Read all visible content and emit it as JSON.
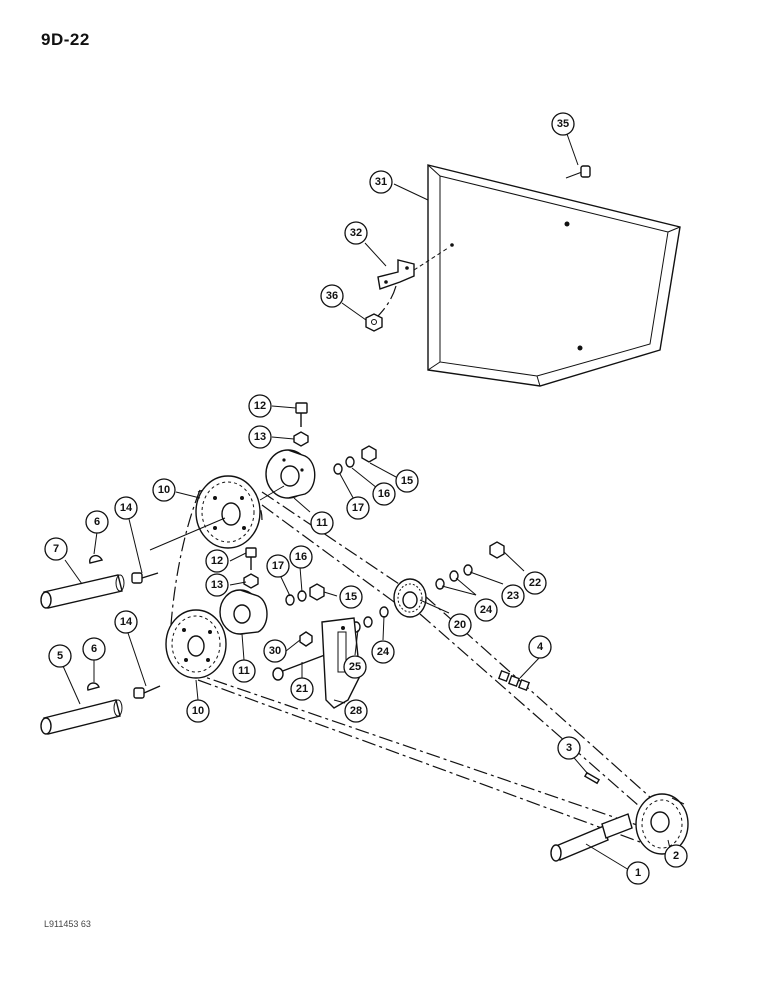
{
  "page": {
    "title": "9D-22",
    "figure_code": "L911453 63"
  },
  "callouts": [
    {
      "id": "c35",
      "label": "35"
    },
    {
      "id": "c31",
      "label": "31"
    },
    {
      "id": "c32",
      "label": "32"
    },
    {
      "id": "c36",
      "label": "36"
    },
    {
      "id": "c12a",
      "label": "12"
    },
    {
      "id": "c13a",
      "label": "13"
    },
    {
      "id": "c15a",
      "label": "15"
    },
    {
      "id": "c16a",
      "label": "16"
    },
    {
      "id": "c17a",
      "label": "17"
    },
    {
      "id": "c10a",
      "label": "10"
    },
    {
      "id": "c11a",
      "label": "11"
    },
    {
      "id": "c14a",
      "label": "14"
    },
    {
      "id": "c6a",
      "label": "6"
    },
    {
      "id": "c7",
      "label": "7"
    },
    {
      "id": "c12b",
      "label": "12"
    },
    {
      "id": "c13b",
      "label": "13"
    },
    {
      "id": "c17b",
      "label": "17"
    },
    {
      "id": "c16b",
      "label": "16"
    },
    {
      "id": "c15b",
      "label": "15"
    },
    {
      "id": "c22",
      "label": "22"
    },
    {
      "id": "c23",
      "label": "23"
    },
    {
      "id": "c24a",
      "label": "24"
    },
    {
      "id": "c20",
      "label": "20"
    },
    {
      "id": "c24b",
      "label": "24"
    },
    {
      "id": "c25",
      "label": "25"
    },
    {
      "id": "c4",
      "label": "4"
    },
    {
      "id": "c14b",
      "label": "14"
    },
    {
      "id": "c5",
      "label": "5"
    },
    {
      "id": "c6b",
      "label": "6"
    },
    {
      "id": "c30",
      "label": "30"
    },
    {
      "id": "c11b",
      "label": "11"
    },
    {
      "id": "c21",
      "label": "21"
    },
    {
      "id": "c28",
      "label": "28"
    },
    {
      "id": "c10b",
      "label": "10"
    },
    {
      "id": "c3",
      "label": "3"
    },
    {
      "id": "c2",
      "label": "2"
    },
    {
      "id": "c1",
      "label": "1"
    }
  ]
}
